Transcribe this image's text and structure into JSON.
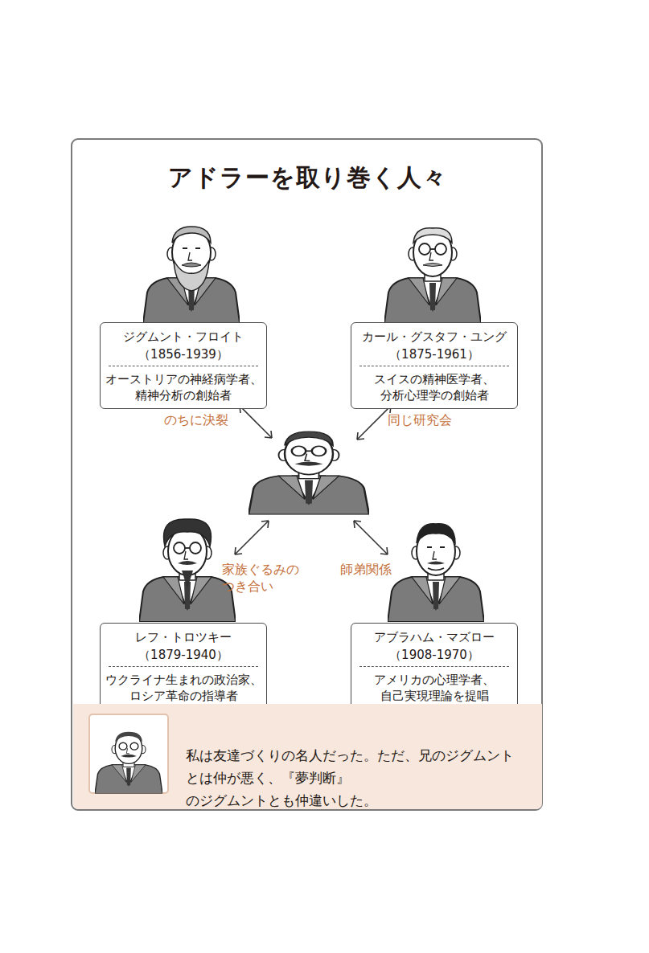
{
  "diagram": {
    "title": "アドラーを取り巻く人々",
    "nodes": [
      {
        "text": [
          "ジグムント・フロイト",
          "（1856-1939）",
          "オーストリアの神経病学者、 精神分析の創始者"
        ]
      },
      {
        "text": [
          "カール・グスタフ・ユング",
          "（1875-1961）",
          "スイスの精神医学者、 分析心理学の創始者"
        ]
      },
      {
        "text": [
          "レフ・トロツキー",
          "（1879-1940）",
          "ウクライナ生まれの政治家、 ロシア革命の指導者"
        ]
      },
      {
        "text": [
          "アブラハム・マズロー",
          "（1908-1970）",
          "アメリカの心理学者、 自己実現理論を提唱"
        ]
      },
      {
        "text": [
          "私は友達づくりの名人だった。ただ、兄のジグムント とは仲が悪く、『夢判断』のジグムントとも仲違いした。"
        ]
      }
    ],
    "labels": [
      "のちに決裂",
      "同じ研究会",
      "家族ぐるみの つき合い",
      "師弟関係"
    ]
  }
}
